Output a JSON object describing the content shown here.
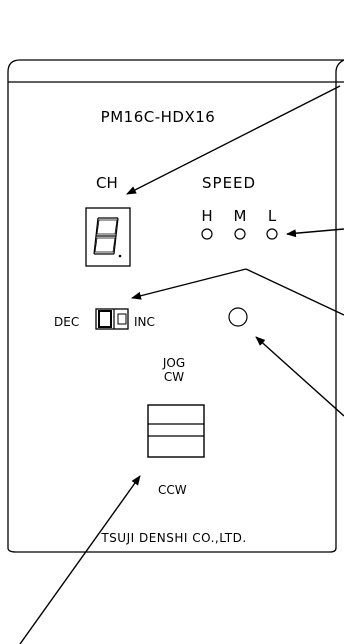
{
  "panel": {
    "model": "PM16C-HDX16",
    "channel_label": "CH",
    "speed_label": "SPEED",
    "speed_options": [
      "H",
      "M",
      "L"
    ],
    "dec_label": "DEC",
    "inc_label": "INC",
    "jog_label_line1": "JOG",
    "jog_label_line2": "CW",
    "ccw_label": "CCW",
    "maker": "TSUJI DENSHI CO.,LTD."
  },
  "colors": {
    "ink": "#000000",
    "paper": "#ffffff"
  }
}
